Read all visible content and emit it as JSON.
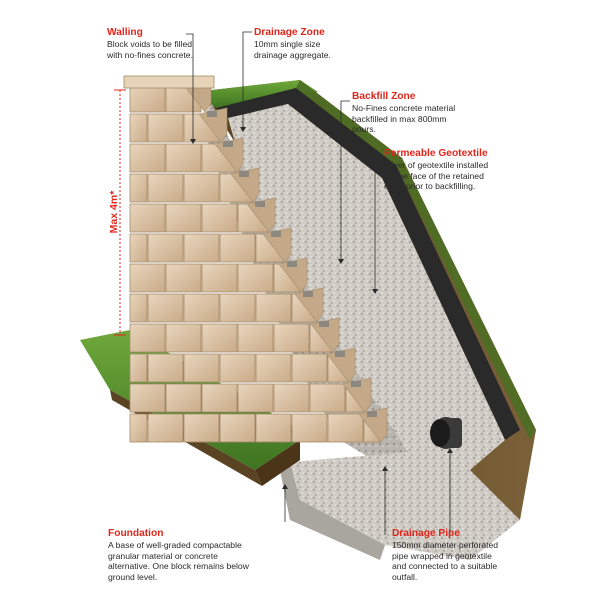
{
  "callouts": {
    "walling": {
      "title": "Walling",
      "desc": "Block voids to be filled with no-fines concrete."
    },
    "drainage_zone": {
      "title": "Drainage Zone",
      "desc": "10mm single size drainage aggregate."
    },
    "backfill_zone": {
      "title": "Backfill Zone",
      "desc": "No-Fines concrete material backfilled in max 800mm pours."
    },
    "permeable_geotextile": {
      "title": "Permeable Geotextile",
      "desc": "Layer of geotextile installed on the face of the retained earth prior to backfilling."
    },
    "foundation": {
      "title": "Foundation",
      "desc": "A base of well-graded compactable granular material or concrete alternative. One block remains below ground level."
    },
    "drainage_pipe": {
      "title": "Drainage Pipe",
      "desc": "150mm diameter perforated pipe wrapped in geotextile and connected to a suitable outfall."
    }
  },
  "height_label": "Max 4m*",
  "colors": {
    "accent_red": "#e1251b",
    "soil": "#6b5230",
    "grass": "#4f8a2a",
    "gravel": "#c9c6c0",
    "block": "#d9c3a6"
  }
}
